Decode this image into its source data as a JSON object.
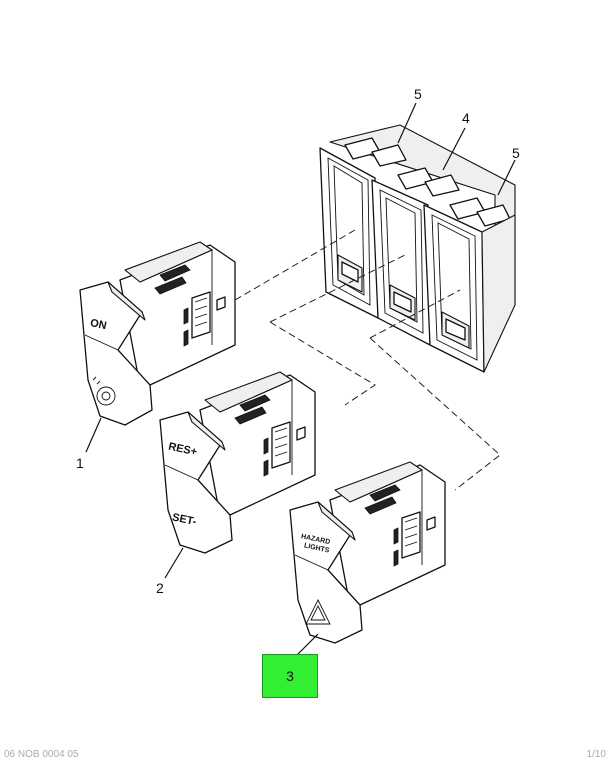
{
  "callouts": {
    "c1": "1",
    "c2": "2",
    "c3": "3",
    "c4": "4",
    "c5a": "5",
    "c5b": "5"
  },
  "switch_legends": {
    "s1_top": "ON",
    "s2_top": "RES+",
    "s2_bottom": "SET-",
    "s3_line1": "HAZARD",
    "s3_line2": "LIGHTS"
  },
  "footer": {
    "left": "06 NOB 0004 05",
    "right": "1/10"
  },
  "highlight": {
    "color": "#33ee33",
    "label": "3"
  }
}
